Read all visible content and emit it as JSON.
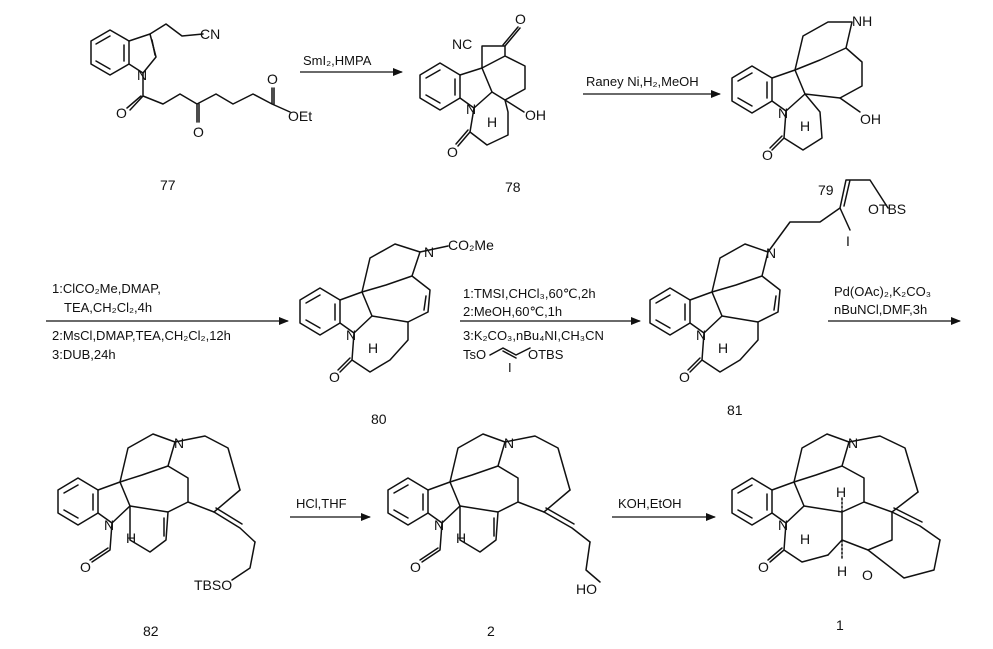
{
  "compounds": [
    {
      "id": "77",
      "atoms": {
        "cn": "CN",
        "n": "N",
        "o1": "O",
        "o2": "O",
        "o3": "O",
        "oet": "OEt"
      }
    },
    {
      "id": "78",
      "atoms": {
        "nc": "NC",
        "o1": "O",
        "n": "N",
        "h": "H",
        "oh": "OH",
        "o2": "O"
      }
    },
    {
      "id": "79",
      "atoms": {
        "nh": "NH",
        "n": "N",
        "h": "H",
        "oh": "OH",
        "o": "O"
      }
    },
    {
      "id": "80",
      "atoms": {
        "n1": "N",
        "co2me": "CO₂Me",
        "n2": "N",
        "h": "H",
        "o": "O"
      }
    },
    {
      "id": "81",
      "atoms": {
        "otbs": "OTBS",
        "i": "I",
        "n1": "N",
        "n2": "N",
        "h": "H",
        "o": "O"
      }
    },
    {
      "id": "82",
      "atoms": {
        "n1": "N",
        "n2": "N",
        "h": "H",
        "o": "O",
        "tbso": "TBSO"
      }
    },
    {
      "id": "2",
      "atoms": {
        "n1": "N",
        "n2": "N",
        "h": "H",
        "o": "O",
        "ho": "HO"
      }
    },
    {
      "id": "1",
      "atoms": {
        "n1": "N",
        "n2": "N",
        "h1": "H",
        "h2": "H",
        "h3": "H",
        "o1": "O",
        "o2": "O"
      }
    }
  ],
  "reactions": [
    {
      "from": "77",
      "to": "78",
      "conditions": [
        "SmI₂,HMPA"
      ]
    },
    {
      "from": "78",
      "to": "79",
      "conditions": [
        "Raney Ni,H₂,MeOH"
      ]
    },
    {
      "from": "79",
      "to": "80",
      "conditions": [
        "1:ClCO₂Me,DMAP,",
        "TEA,CH₂Cl₂,4h",
        "2:MsCl,DMAP,TEA,CH₂Cl₂,12h",
        "3:DUB,24h"
      ]
    },
    {
      "from": "80",
      "to": "81",
      "conditions": [
        "1:TMSI,CHCl₃,60℃,2h",
        "2:MeOH,60℃,1h",
        "3:K₂CO₃,nBu₄NI,CH₃CN"
      ],
      "reagent": {
        "ts": "TsO",
        "i": "I",
        "otbs": "OTBS"
      }
    },
    {
      "from": "81",
      "to": "82",
      "conditions": [
        "Pd(OAc)₂,K₂CO₃",
        "nBuNCl,DMF,3h"
      ]
    },
    {
      "from": "82",
      "to": "2",
      "conditions": [
        "HCl,THF"
      ]
    },
    {
      "from": "2",
      "to": "1",
      "conditions": [
        "KOH,EtOH"
      ]
    }
  ]
}
